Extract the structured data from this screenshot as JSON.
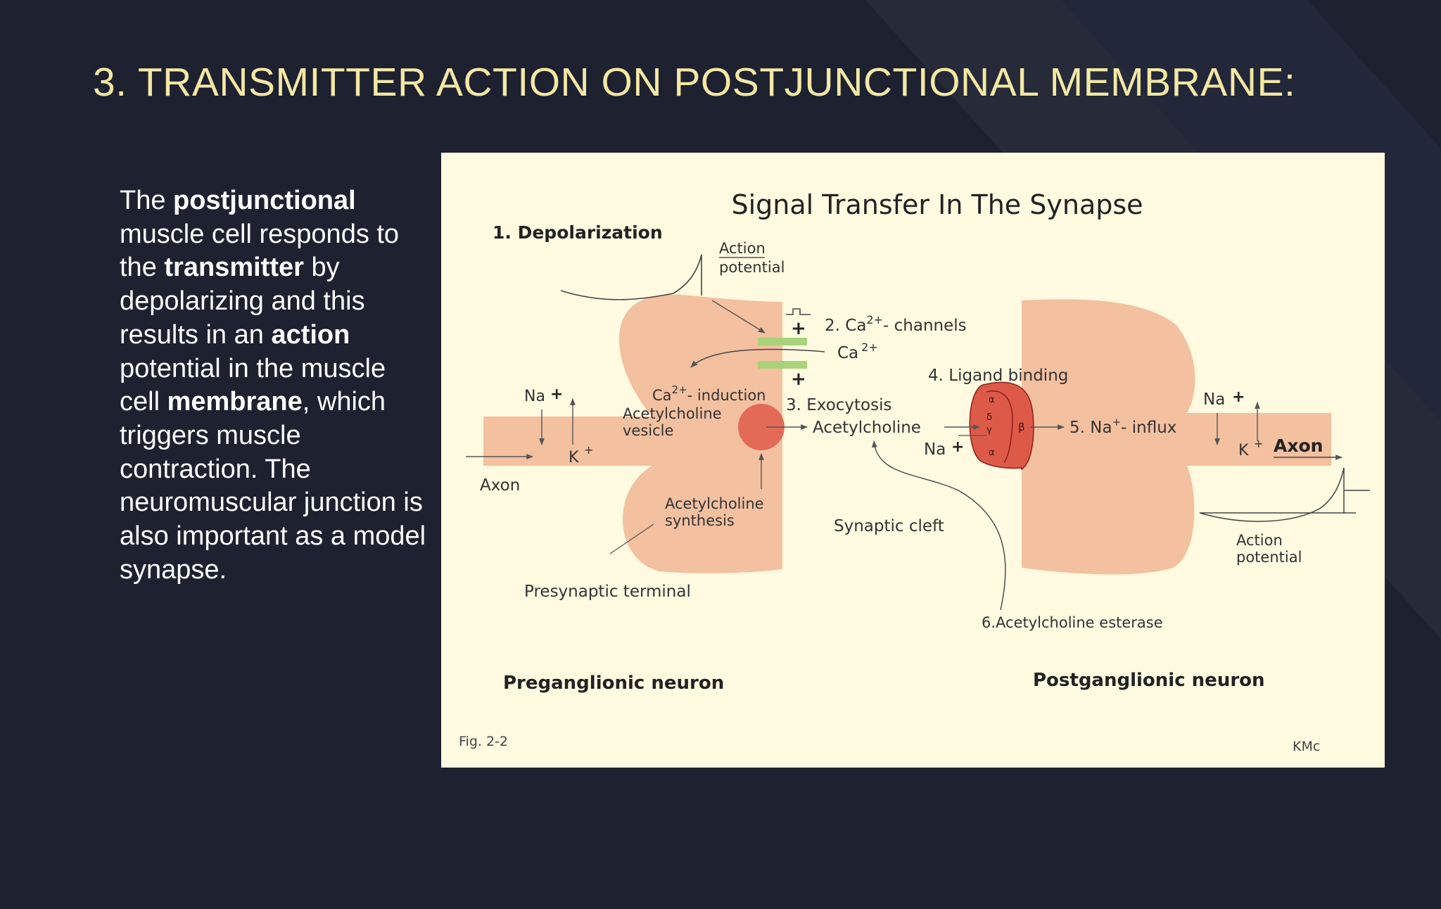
{
  "slide": {
    "title": "3. TRANSMITTER ACTION ON POSTJUNCTIONAL MEMBRANE:",
    "body": {
      "t1": "The ",
      "b1": "postjunctional",
      "t2": " muscle cell responds to the ",
      "b2": "transmitter",
      "t3": " by depolarizing and this results in an ",
      "b3": "action",
      "t4": " potential in the muscle cell ",
      "b4": "membrane",
      "t5": ", which triggers muscle contraction. The neuromuscular junction is also important as a model synapse."
    }
  },
  "figure": {
    "title": "Signal Transfer In The Synapse",
    "step1": "1. Depolarization",
    "ap_top_1": "Action",
    "ap_top_2": "potential",
    "step2_prefix": "2. Ca",
    "step2_sup": "2+",
    "step2_suffix": "- channels",
    "ca_label": "Ca",
    "ca_sup": "2+",
    "plus": "+",
    "na_left": "Na",
    "k_left": "K",
    "axon_left": "Axon",
    "ca_induction_prefix": "Ca",
    "ca_induction_sup": "2+",
    "ca_induction_suffix": "- induction",
    "vesicle_1": "Acetylcholine",
    "vesicle_2": "vesicle",
    "synthesis_1": "Acetylcholine",
    "synthesis_2": "synthesis",
    "presynaptic": "Presynaptic terminal",
    "step3": "3. Exocytosis",
    "acetylcholine": "Acetylcholine",
    "step4": "4. Ligand binding",
    "na_cleft": "Na",
    "synaptic_cleft": "Synaptic cleft",
    "step6": "6.Acetylcholine esterase",
    "step5_prefix": "5. Na",
    "step5_sup": "+",
    "step5_suffix": "- influx",
    "na_right": "Na",
    "k_right": "K",
    "axon_right": "Axon",
    "ap_right_1": "Action",
    "ap_right_2": "potential",
    "receptor_alpha": "α",
    "receptor_beta": "β",
    "receptor_delta": "δ",
    "receptor_gamma": "γ",
    "pre_neuron": "Preganglionic neuron",
    "post_neuron": "Postganglionic neuron",
    "fig_label": "Fig. 2-2",
    "credit": "KMc"
  },
  "colors": {
    "background": "#1e2130",
    "title": "#f3e8a4",
    "body_text": "#ffffff",
    "figure_bg": "#fffae0",
    "neuron_fill": "#f3c0a0",
    "receptor_fill": "#de5a48",
    "channel_fill": "#a9d27a"
  }
}
